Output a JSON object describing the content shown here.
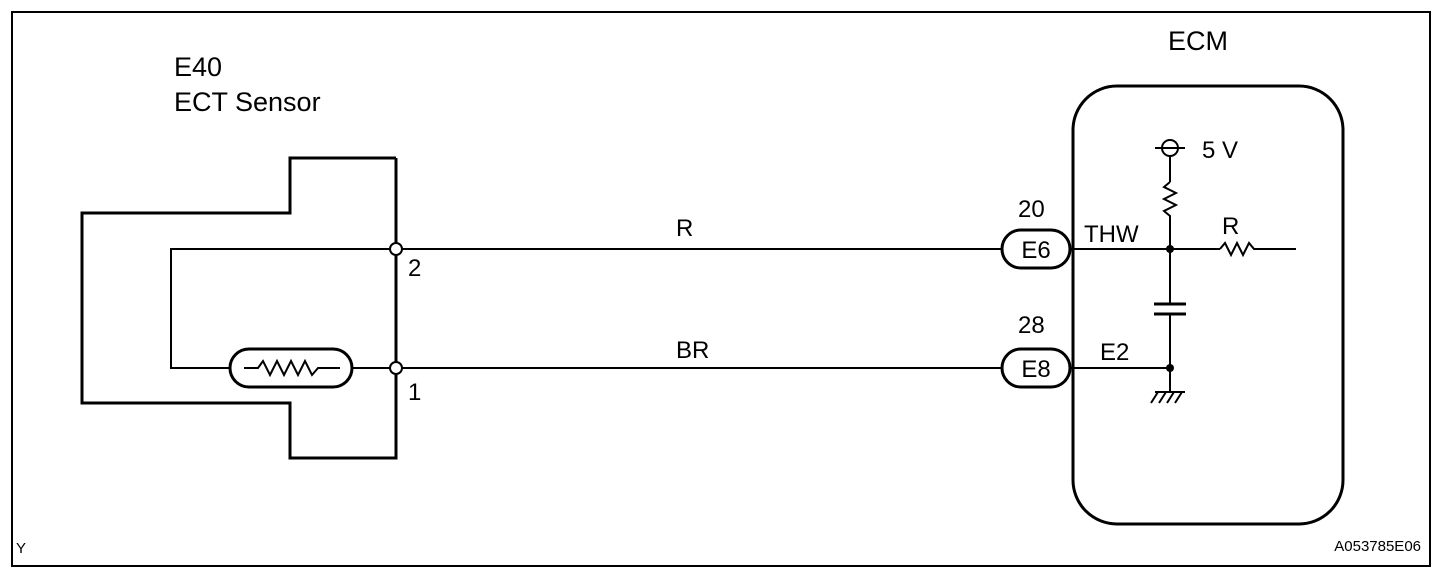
{
  "sensor": {
    "connector_id": "E40",
    "name": "ECT Sensor",
    "pin_upper": "2",
    "pin_lower": "1"
  },
  "wires": {
    "upper_color": "R",
    "lower_color": "BR"
  },
  "ecm": {
    "title": "ECM",
    "upper_pin_number": "20",
    "upper_connector": "E6",
    "upper_terminal": "THW",
    "lower_pin_number": "28",
    "lower_connector": "E8",
    "lower_terminal": "E2",
    "supply_label": "5 V",
    "resistor_label": "R"
  },
  "footer": {
    "left_mark": "Y",
    "figure_code": "A053785E06"
  }
}
